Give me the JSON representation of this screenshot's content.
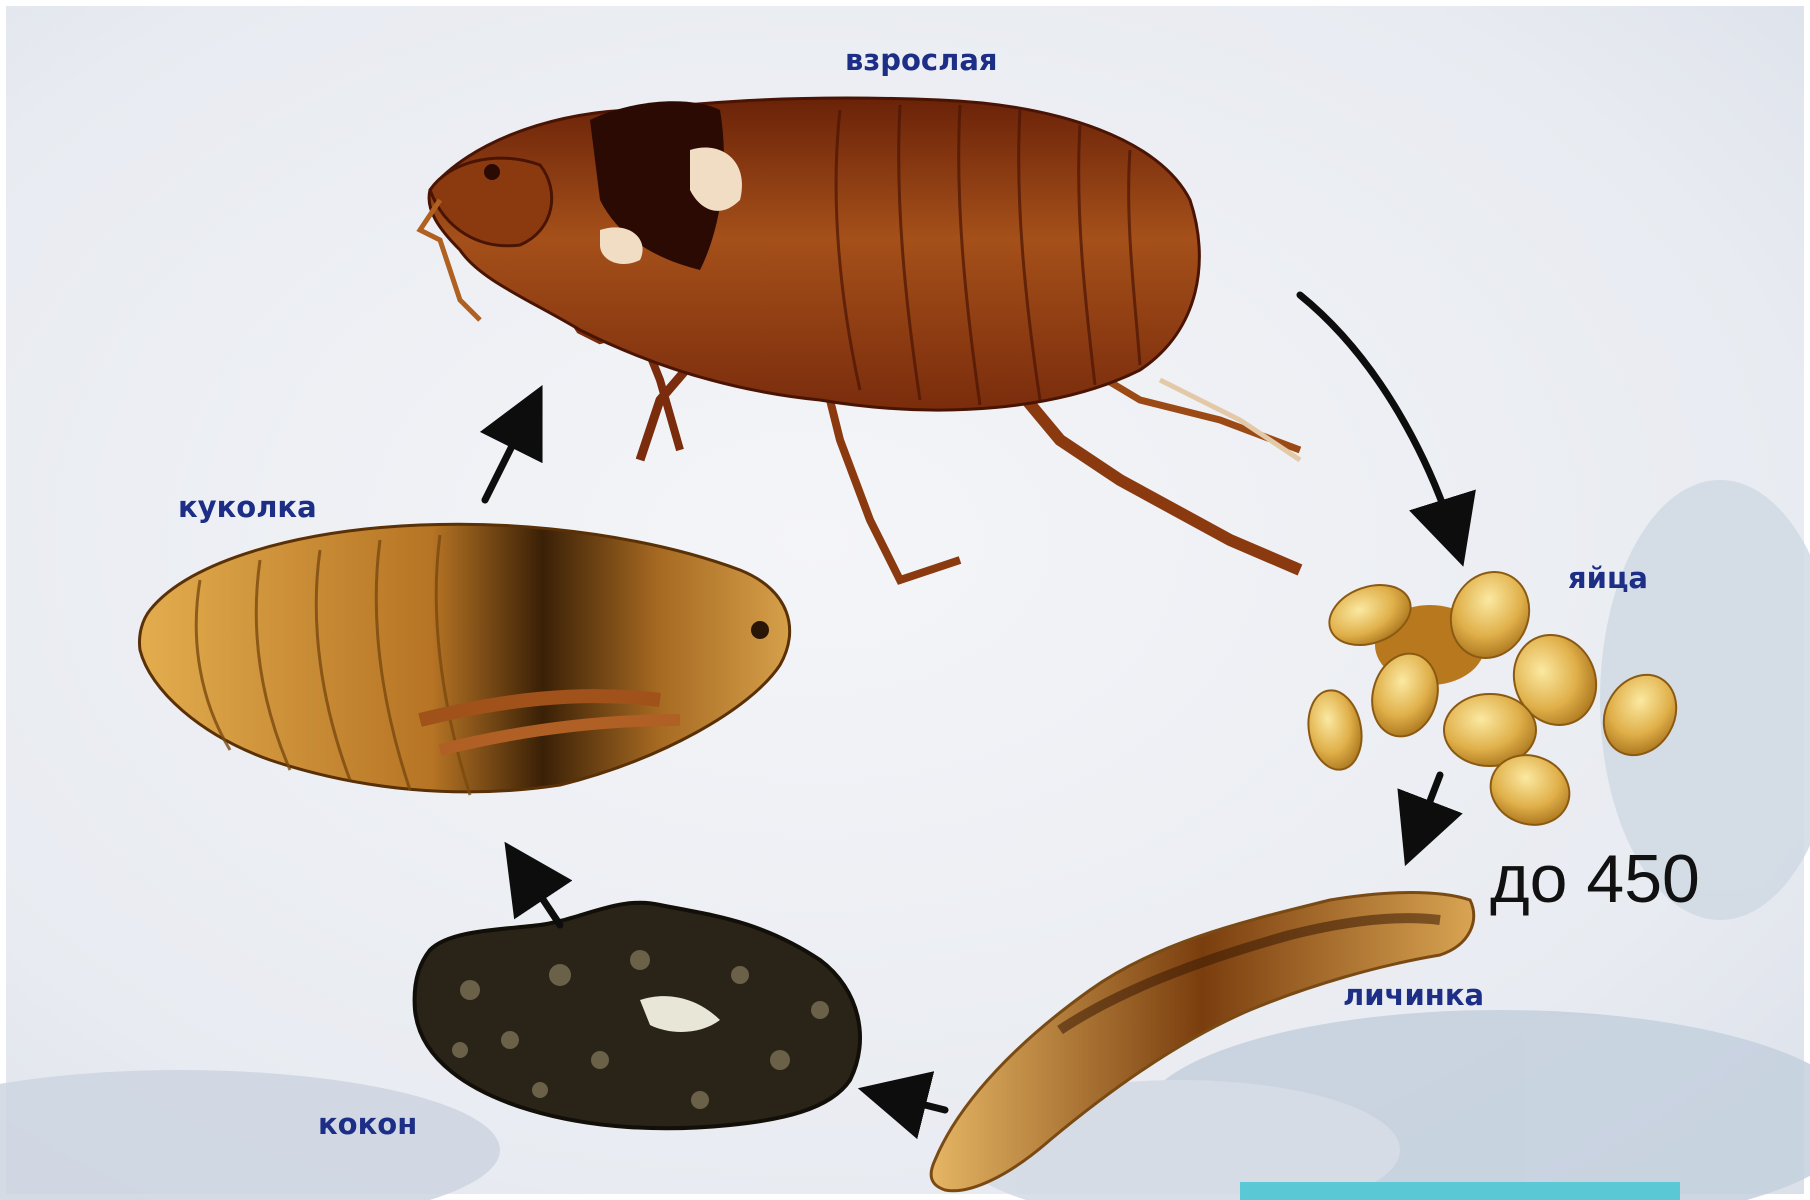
{
  "diagram": {
    "stages": {
      "adult": "взрослая",
      "eggs": "яйца",
      "larva": "личинка",
      "cocoon": "кокон",
      "pupa": "куколка"
    },
    "egg_count": "до 450",
    "colors": {
      "background": "#e9ecf2",
      "label_text": "#1c2e86",
      "arrow": "#0d0d0d",
      "insect_dark": "#5a1a08",
      "insect_mid": "#9a4a16",
      "insect_light": "#d99a3a",
      "egg": "#e0b04a",
      "cocoon": "#2a2418",
      "corner_bar": "#5bc8d6"
    }
  }
}
